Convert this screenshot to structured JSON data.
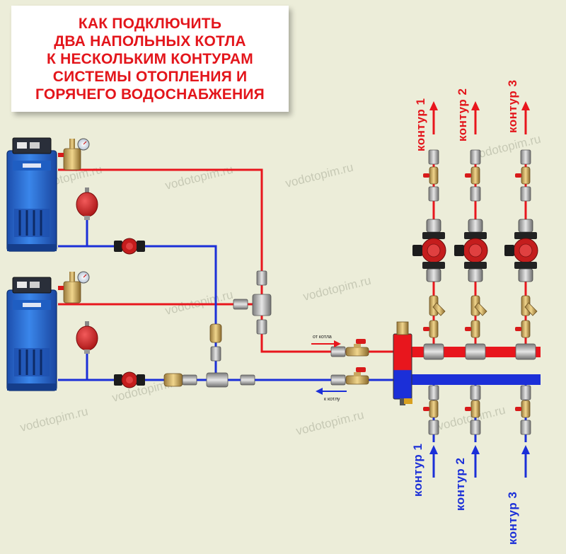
{
  "title": {
    "lines": [
      "КАК ПОДКЛЮЧИТЬ",
      "ДВА НАПОЛЬНЫХ КОТЛА",
      "К НЕСКОЛЬКИМ КОНТУРАМ",
      "СИСТЕМЫ ОТОПЛЕНИЯ И",
      "ГОРЯЧЕГО ВОДОСНАБЖЕНИЯ"
    ]
  },
  "labels": {
    "from_boiler": "от котла",
    "to_boiler": "к котлу"
  },
  "supply_circuits": [
    {
      "label": "контур 1"
    },
    {
      "label": "контур 2"
    },
    {
      "label": "контур 3"
    }
  ],
  "return_circuits": [
    {
      "label": "контур 1"
    },
    {
      "label": "контур 2"
    },
    {
      "label": "контур 3"
    }
  ],
  "watermark": "vodotopim.ru",
  "colors": {
    "background": "#ecedd9",
    "supply_pipe": "#e8161d",
    "return_pipe": "#1b2fd8",
    "title_text": "#e3151b",
    "boiler_body": "#2a6fd6",
    "expansion_tank": "#d42020",
    "pump": "#c41d1d"
  },
  "icons": [
    "boiler-icon",
    "expansion-tank-icon",
    "circulation-pump-icon",
    "ball-valve-icon",
    "tee-fitting-icon",
    "hydraulic-separator-icon",
    "flow-arrow-icon"
  ]
}
